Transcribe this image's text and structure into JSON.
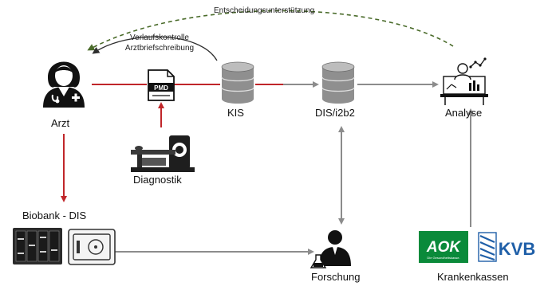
{
  "nodes": {
    "arzt": "Arzt",
    "pmd_doc": "PMD",
    "kis": "KIS",
    "dis_i2b2": "DIS/i2b2",
    "analyse": "Analyse",
    "diagnostik": "Diagnostik",
    "biobank": "Biobank - DIS",
    "forschung": "Forschung",
    "krankenkassen": "Krankenkassen"
  },
  "annotations": {
    "entscheidung": "Entscheidungsunterstützung",
    "verlauf_line1": "Verlaufskontrolle",
    "verlauf_line2": "Arztbriefschreibung"
  },
  "logos": {
    "aok": "AOK",
    "aok_sub": "Die Gesundheitskasse.",
    "kvb": "KVB"
  },
  "colors": {
    "red_arrow": "#c0262a",
    "gray_arrow": "#8c8c8c",
    "dashed_arrow": "#4a6b2a",
    "aok_green": "#0a8a3a",
    "kvb_blue": "#1f5fa8"
  },
  "icons": {
    "arzt": "doctor-icon",
    "pmd": "document-icon",
    "kis": "database-icon",
    "dis": "database-icon",
    "analyse": "analyst-icon",
    "diagnostik": "ct-scanner-icon",
    "biobank": "biobank-freezer-icon",
    "forschung": "scientist-icon"
  }
}
